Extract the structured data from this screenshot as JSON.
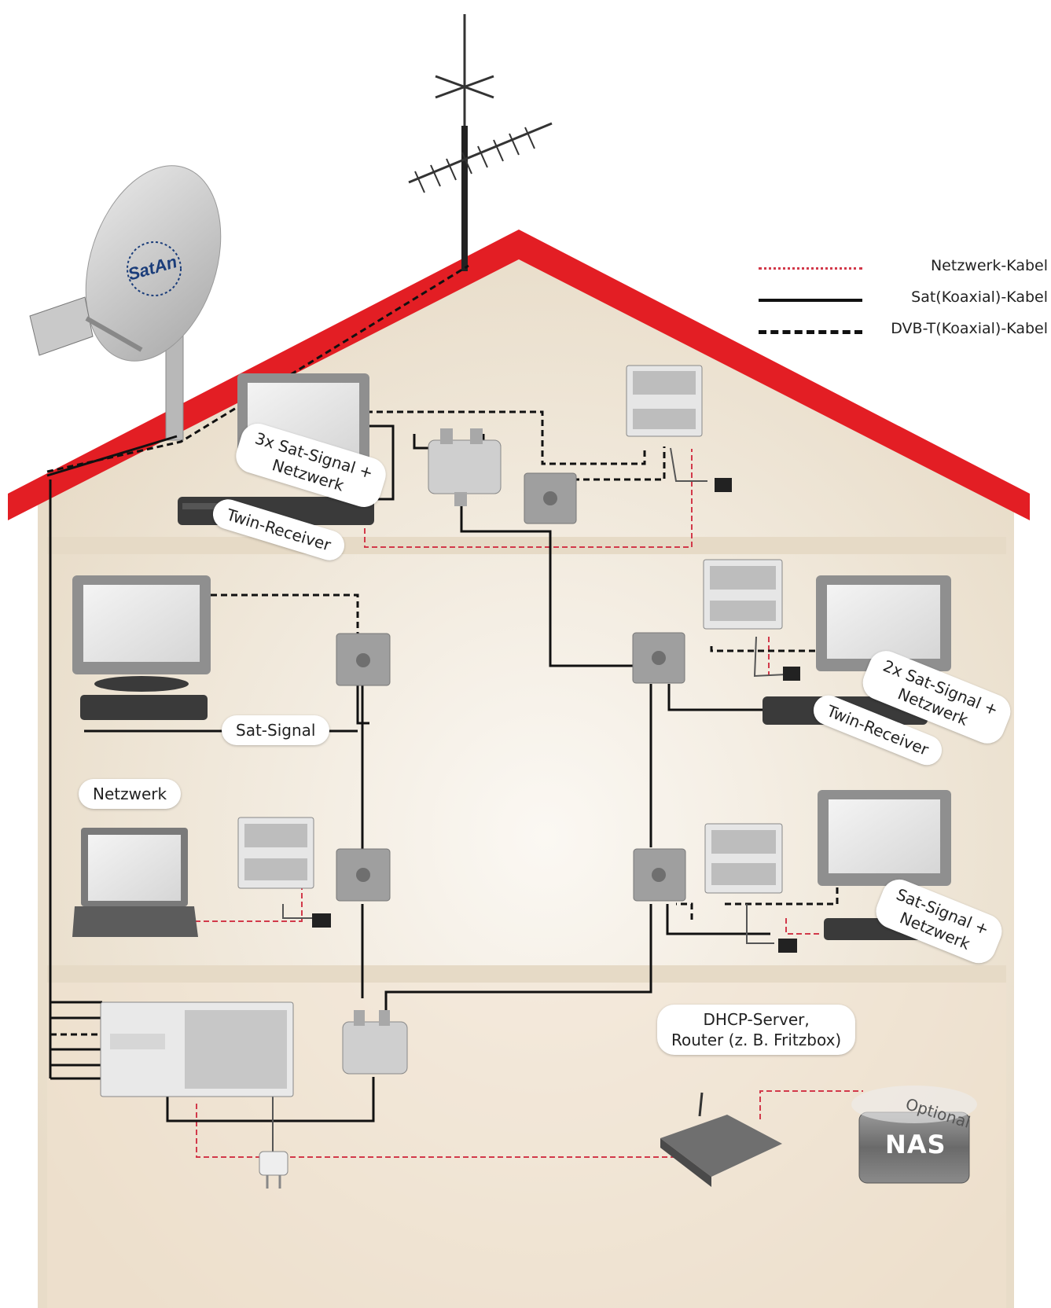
{
  "legend": {
    "network_cable": "Netzwerk-Kabel",
    "sat_cable": "Sat(Koaxial)-Kabel",
    "dvbt_cable": "DVB-T(Koaxial)-Kabel"
  },
  "labels": {
    "top_floor_signal_line1": "3x Sat-Signal +",
    "top_floor_signal_line2": "Netzwerk",
    "top_floor_receiver": "Twin-Receiver",
    "middle_right_signal_line1": "2x Sat-Signal +",
    "middle_right_signal_line2": "Netzwerk",
    "middle_right_receiver": "Twin-Receiver",
    "sat_signal": "Sat-Signal",
    "network": "Netzwerk",
    "lower_right_signal_line1": "Sat-Signal +",
    "lower_right_signal_line2": "Netzwerk",
    "router_line1": "DHCP-Server,",
    "router_line2": "Router (z. B. Fritzbox)",
    "optional": "Optional",
    "nas": "NAS",
    "dish_brand": "SatAn"
  },
  "colors": {
    "roof": "#e31e24",
    "house_fill": "#efe6d6",
    "network_cable": "#d2394a",
    "coax_cable": "#111111"
  }
}
